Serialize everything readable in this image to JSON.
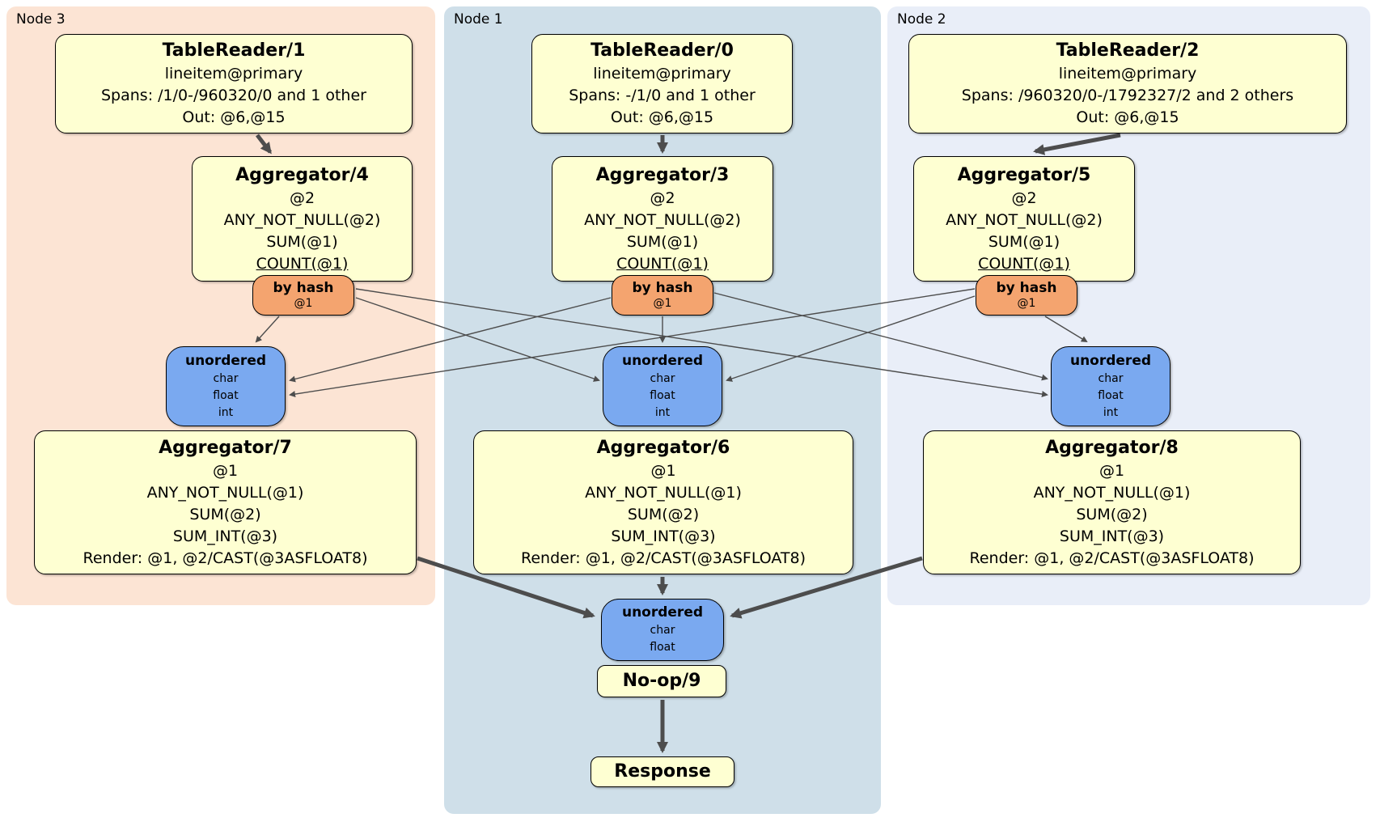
{
  "colors": {
    "node3_bg": "#fce4d4",
    "node1_bg": "#cfdfe9",
    "node2_bg": "#e9eef8",
    "proc_bg": "#feffd2",
    "router_bg": "#f4a46f",
    "sync_bg": "#7aa9f0",
    "edge": "#4d4d4d",
    "box_border": "#000000"
  },
  "groups": [
    {
      "label": "Node 3"
    },
    {
      "label": "Node 1"
    },
    {
      "label": "Node 2"
    }
  ],
  "processors": {
    "tr1": {
      "title": "TableReader/1",
      "lines": [
        "lineitem@primary",
        "Spans: /1/0-/960320/0 and 1 other",
        "Out: @6,@15"
      ]
    },
    "tr0": {
      "title": "TableReader/0",
      "lines": [
        "lineitem@primary",
        "Spans: -/1/0 and 1 other",
        "Out: @6,@15"
      ]
    },
    "tr2": {
      "title": "TableReader/2",
      "lines": [
        "lineitem@primary",
        "Spans: /960320/0-/1792327/2 and 2 others",
        "Out: @6,@15"
      ]
    },
    "agg4": {
      "title": "Aggregator/4",
      "lines": [
        "@2",
        "ANY_NOT_NULL(@2)",
        "SUM(@1)",
        "COUNT(@1)"
      ]
    },
    "agg3": {
      "title": "Aggregator/3",
      "lines": [
        "@2",
        "ANY_NOT_NULL(@2)",
        "SUM(@1)",
        "COUNT(@1)"
      ]
    },
    "agg5": {
      "title": "Aggregator/5",
      "lines": [
        "@2",
        "ANY_NOT_NULL(@2)",
        "SUM(@1)",
        "COUNT(@1)"
      ]
    },
    "agg7": {
      "title": "Aggregator/7",
      "lines": [
        "@1",
        "ANY_NOT_NULL(@1)",
        "SUM(@2)",
        "SUM_INT(@3)",
        "Render: @1, @2/CAST(@3ASFLOAT8)"
      ]
    },
    "agg6": {
      "title": "Aggregator/6",
      "lines": [
        "@1",
        "ANY_NOT_NULL(@1)",
        "SUM(@2)",
        "SUM_INT(@3)",
        "Render: @1, @2/CAST(@3ASFLOAT8)"
      ]
    },
    "agg8": {
      "title": "Aggregator/8",
      "lines": [
        "@1",
        "ANY_NOT_NULL(@1)",
        "SUM(@2)",
        "SUM_INT(@3)",
        "Render: @1, @2/CAST(@3ASFLOAT8)"
      ]
    },
    "noop": {
      "title": "No-op/9"
    },
    "response": {
      "title": "Response"
    }
  },
  "routers": [
    {
      "label": "by hash",
      "detail": "@1"
    },
    {
      "label": "by hash",
      "detail": "@1"
    },
    {
      "label": "by hash",
      "detail": "@1"
    }
  ],
  "syncs": [
    {
      "label": "unordered",
      "items": [
        "char",
        "float",
        "int"
      ]
    },
    {
      "label": "unordered",
      "items": [
        "char",
        "float",
        "int"
      ]
    },
    {
      "label": "unordered",
      "items": [
        "char",
        "float",
        "int"
      ]
    }
  ],
  "final_sync": {
    "label": "unordered",
    "items": [
      "char",
      "float"
    ]
  }
}
